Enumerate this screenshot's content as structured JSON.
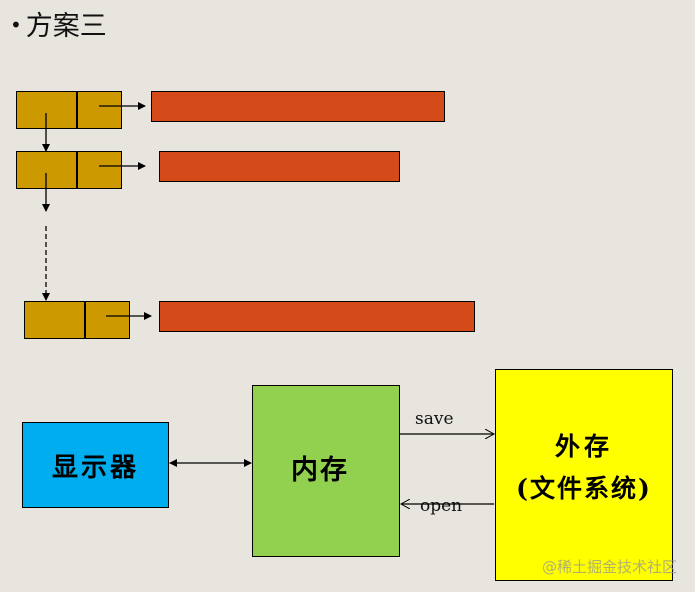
{
  "title": {
    "bullet": "•",
    "text": "方案三"
  },
  "linked_list": {
    "nodes": [
      {
        "id": "node-1",
        "pointer_to": "data-block-1"
      },
      {
        "id": "node-2",
        "pointer_to": "data-block-2"
      },
      {
        "id": "node-n",
        "pointer_to": "data-block-n"
      }
    ],
    "colors": {
      "node": "#cc9a00",
      "data_block": "#d44a18"
    }
  },
  "storage_diagram": {
    "display": {
      "label": "显示器",
      "color": "#00aeef"
    },
    "memory": {
      "label": "内存",
      "color": "#92d050"
    },
    "external": {
      "label_line1": "外存",
      "label_line2": "(文件系统)",
      "color": "#ffff00"
    },
    "save_label": "save",
    "open_label": "open"
  },
  "watermark": "@稀土掘金技术社区"
}
